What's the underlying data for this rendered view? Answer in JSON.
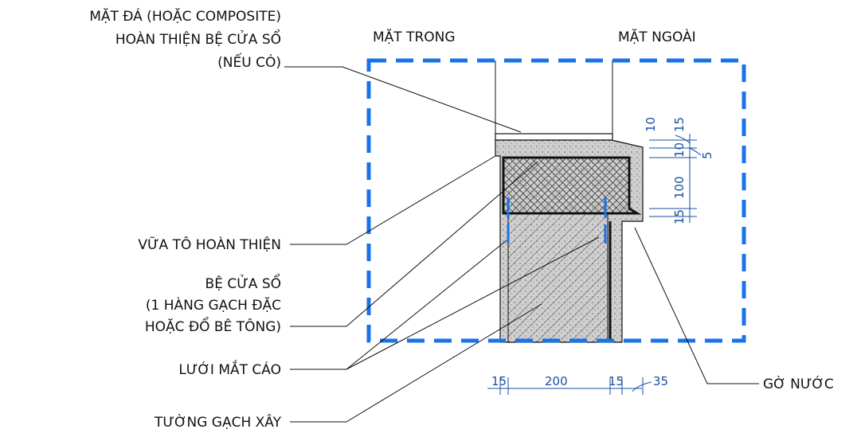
{
  "labels": {
    "mat_da": [
      "MẶT ĐÁ (HOẶC COMPOSITE)",
      "HOÀN THIỆN BỆ CỬA SỔ",
      "(NẾU CÓ)"
    ],
    "mat_trong": "MẶT TRONG",
    "mat_ngoai": "MẶT NGOÀI",
    "vua_to": "VỮA TÔ HOÀN THIỆN",
    "be_cua_so": [
      "BỆ CỬA SỔ",
      "(1 HÀNG GẠCH ĐẶC",
      "HOẶC ĐỔ BÊ TÔNG)"
    ],
    "luoi_mat_cao": "LƯỚI MẮT CÁO",
    "tuong_gach_xay": "TƯỜNG GẠCH XÂY",
    "go_nuoc": "GỜ NƯỚC"
  },
  "dimensions": {
    "bottom": [
      "15",
      "200",
      "15",
      "35"
    ],
    "right": [
      "10",
      "15",
      "10",
      "5",
      "100",
      "15"
    ]
  },
  "colors": {
    "callout_box": "#1a73e8",
    "dimension": "#1a4fa0",
    "outline": "#111111"
  }
}
